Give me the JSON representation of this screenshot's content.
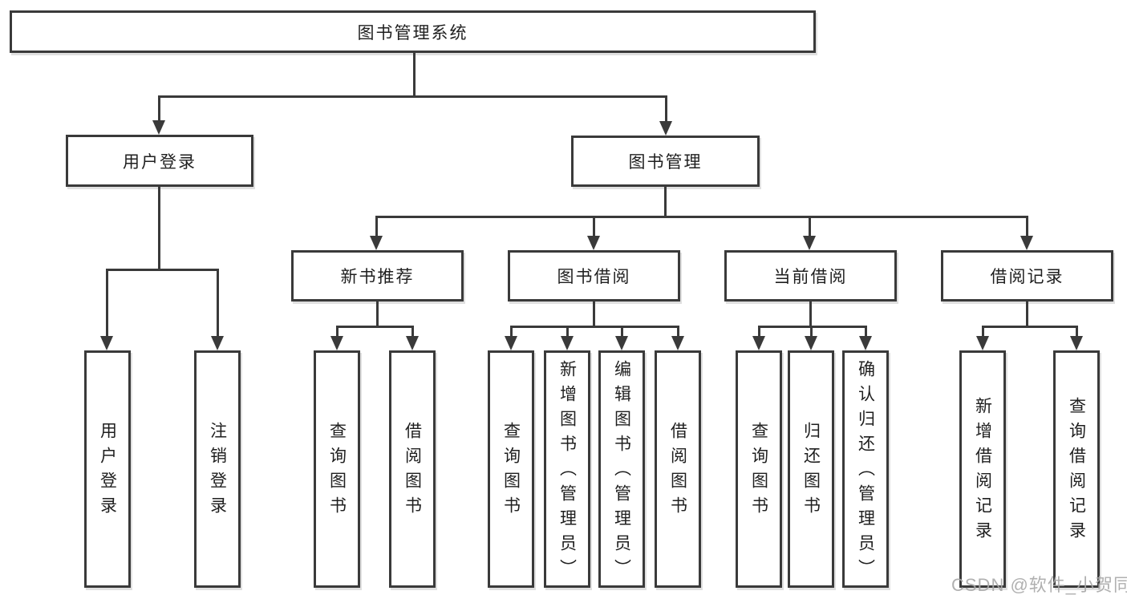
{
  "diagram": {
    "root": {
      "label": "图书管理系统"
    },
    "level2": [
      {
        "label": "用户登录"
      },
      {
        "label": "图书管理"
      }
    ],
    "level3": [
      {
        "label": "新书推荐"
      },
      {
        "label": "图书借阅"
      },
      {
        "label": "当前借阅"
      },
      {
        "label": "借阅记录"
      }
    ],
    "leaves": {
      "user_login": [
        {
          "label": "用户登录"
        },
        {
          "label": "注销登录"
        }
      ],
      "new_books": [
        {
          "label": "查询图书"
        },
        {
          "label": "借阅图书"
        }
      ],
      "book_borrow": [
        {
          "label": "查询图书"
        },
        {
          "label": "新增图书（管理员）"
        },
        {
          "label": "编辑图书（管理员）"
        },
        {
          "label": "借阅图书"
        }
      ],
      "current_borrow": [
        {
          "label": "查询图书"
        },
        {
          "label": "归还图书"
        },
        {
          "label": "确认归还（管理员）"
        }
      ],
      "borrow_records": [
        {
          "label": "新增借阅记录"
        },
        {
          "label": "查询借阅记录"
        }
      ]
    }
  },
  "watermark": {
    "text": "CSDN @软件_小贺同学"
  },
  "colors": {
    "line": "#3a3a3a",
    "box_border": "#3a3a3a",
    "text": "#1f1f1f",
    "watermark": "#a8a8a8",
    "background": "#ffffff"
  }
}
